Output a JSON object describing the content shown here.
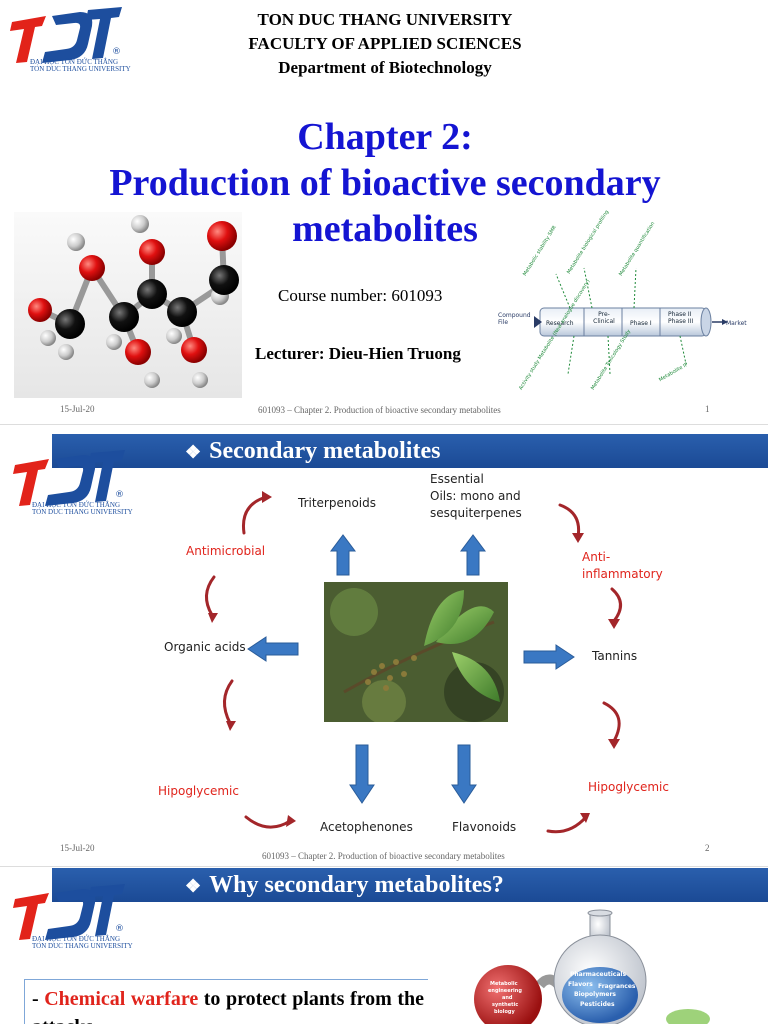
{
  "slide1": {
    "logo_text": [
      "ĐẠI HỌC TÔN ĐỨC THẮNG",
      "TON DUC THANG UNIVERSITY"
    ],
    "header": {
      "university": "TON DUC THANG UNIVERSITY",
      "faculty": "FACULTY OF APPLIED SCIENCES",
      "department": "Department of Biotechnology"
    },
    "title_lines": [
      "Chapter 2:",
      "Production of bioactive secondary",
      "metabolites"
    ],
    "course_number": "Course number: 601093",
    "lecturer": "Lecturer: Dieu-Hien Truong",
    "pipeline": {
      "stages": [
        "Research",
        "Pre-Clinical",
        "Phase I",
        "Phase II Phase III"
      ],
      "start_label": "Compound File",
      "end_label": "Market",
      "top_labels": [
        "Metabolic stability SMR",
        "Metabolite biological profiling",
        "Metabolite quantification"
      ],
      "bottom_labels": [
        "Activity study Metabolite (New analogue discovery)",
        "Metabolite Toxicology Study",
        "Metabolite IP"
      ]
    },
    "footer": {
      "date": "15-Jul-20",
      "course": "601093 – Chapter 2. Production of bioactive secondary metabolites",
      "page": "1"
    }
  },
  "slide2": {
    "logo_text": [
      "ĐẠI HỌC TÔN ĐỨC THẮNG",
      "TON DUC THANG UNIVERSITY"
    ],
    "bullet_symbol": "❖",
    "title": "Secondary metabolites",
    "labels": {
      "triterpenoids": "Triterpenoids",
      "essential_oils": [
        "Essential",
        "Oils: mono and",
        "sesquiterpenes"
      ],
      "antimicrobial": "Antimicrobial",
      "anti_inflammatory": [
        "Anti-",
        "inflammatory"
      ],
      "organic_acids": "Organic acids",
      "tannins": "Tannins",
      "hipoglycemic_left": "Hipoglycemic",
      "hipoglycemic_right": "Hipoglycemic",
      "acetophenones": "Acetophenones",
      "flavonoids": "Flavonoids"
    },
    "footer": {
      "date": "15-Jul-20",
      "course": "601093 – Chapter 2. Production of bioactive secondary metabolites",
      "page": "2"
    }
  },
  "slide3": {
    "logo_text": [
      "ĐẠI HỌC TÔN ĐỨC THẮNG",
      "TON DUC THANG UNIVERSITY"
    ],
    "bullet_symbol": "❖",
    "title": "Why secondary metabolites?",
    "bullet_dash": "-",
    "bullet_red": "Chemical warfare",
    "bullet_rest": " to protect plants from the attacks",
    "flask_labels": [
      "Pharmaceuticals",
      "Flavors",
      "Fragrances",
      "Biopolymers",
      "Pesticides"
    ],
    "sphere_labels": [
      "Metabolic",
      "engineering",
      "and",
      "synthetic",
      "biology"
    ]
  },
  "colors": {
    "title_blue": "#1414d2",
    "bar_blue": "#1b4a95",
    "label_red": "#e0241c",
    "arrow_blue": "#3a78c3",
    "curve_red": "#a3262a"
  }
}
